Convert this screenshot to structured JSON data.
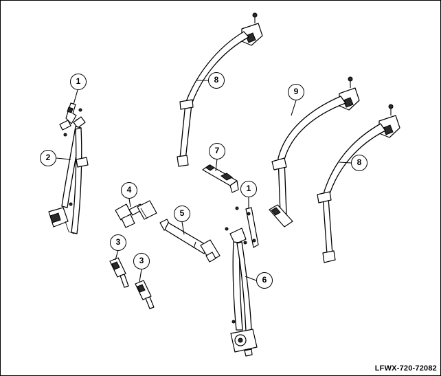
{
  "diagram": {
    "reference_code": "LFWX-720-72082",
    "callouts": [
      {
        "id": "c1a",
        "label": "1"
      },
      {
        "id": "c2",
        "label": "2"
      },
      {
        "id": "c3a",
        "label": "3"
      },
      {
        "id": "c3b",
        "label": "3"
      },
      {
        "id": "c4",
        "label": "4"
      },
      {
        "id": "c5",
        "label": "5"
      },
      {
        "id": "c6",
        "label": "6"
      },
      {
        "id": "c7",
        "label": "7"
      },
      {
        "id": "c1b",
        "label": "1"
      },
      {
        "id": "c8a",
        "label": "8"
      },
      {
        "id": "c9",
        "label": "9"
      },
      {
        "id": "c8b",
        "label": "8"
      }
    ]
  }
}
